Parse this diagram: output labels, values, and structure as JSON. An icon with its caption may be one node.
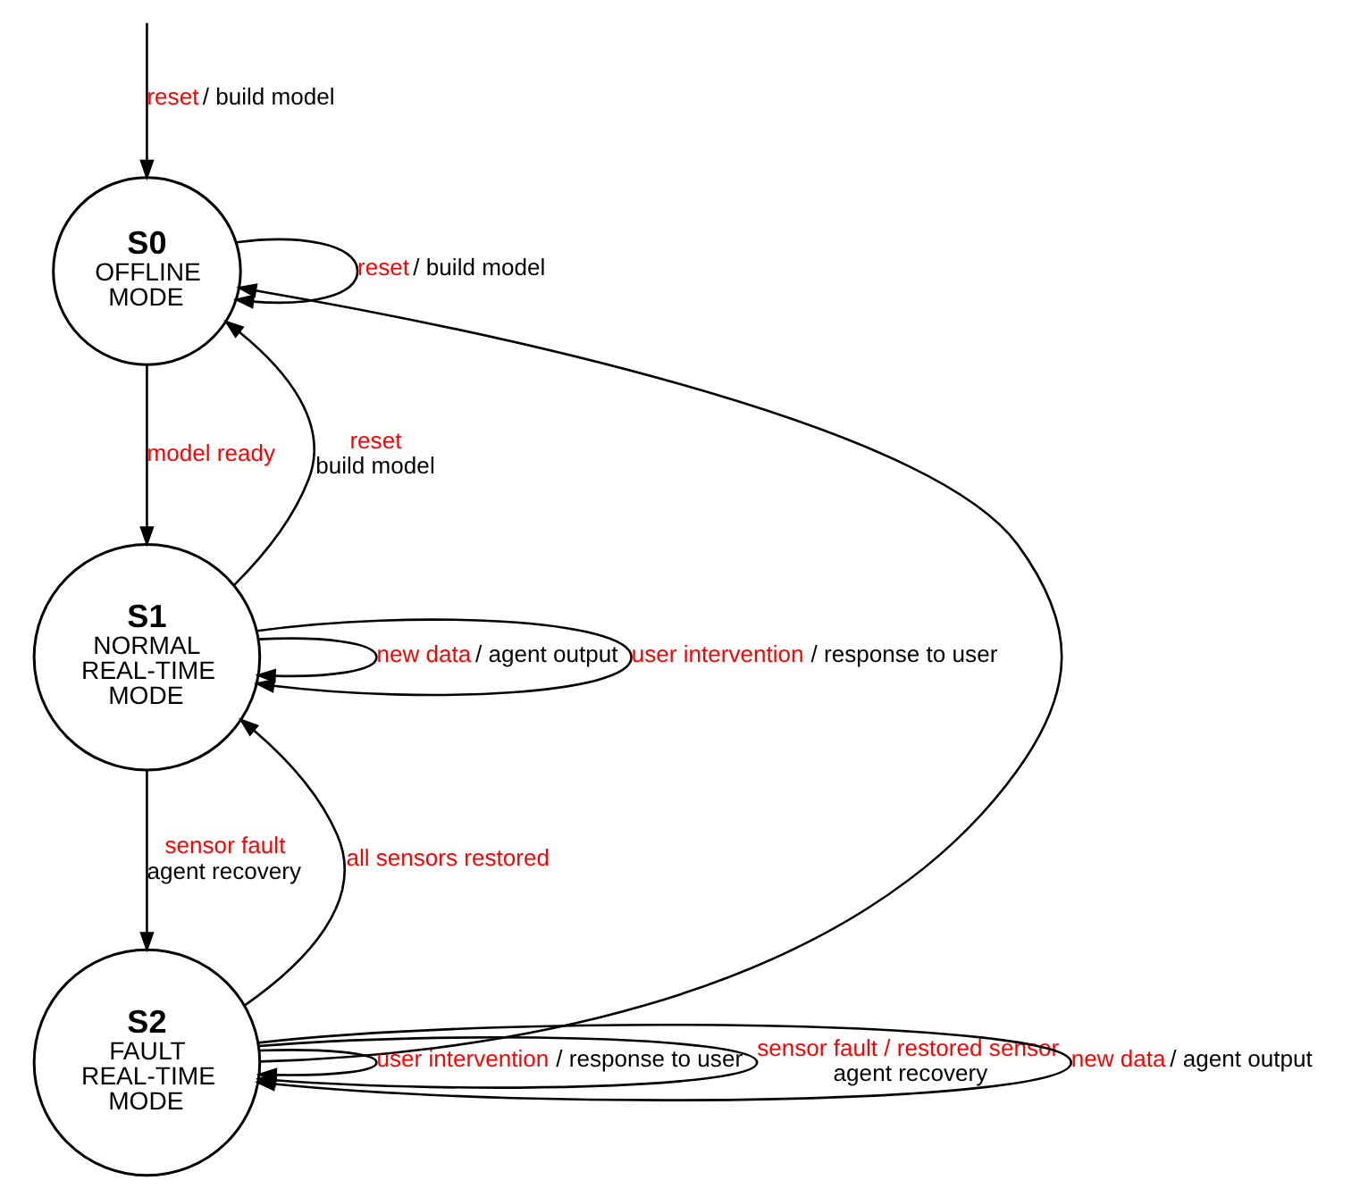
{
  "diagram": {
    "nodes": [
      {
        "text": [
          "S0",
          "OFFLINE MODE"
        ]
      },
      {
        "text": [
          "S1",
          "NORMAL REAL-TIME MODE"
        ]
      },
      {
        "text": [
          "S2",
          "FAULT REAL-TIME MODE"
        ]
      }
    ],
    "edges": [
      {
        "from": null,
        "to": 0,
        "arrow": "to",
        "label": "reset / build model"
      },
      {
        "from": 0,
        "to": 0,
        "arrow": "to",
        "label": "reset / build model"
      },
      {
        "from": 0,
        "to": 1,
        "arrow": "to",
        "label": "model ready"
      },
      {
        "from": 1,
        "to": 1,
        "arrow": "to",
        "label": "new data / agent output"
      },
      {
        "from": 1,
        "to": 1,
        "arrow": "to",
        "label": "user intervention / response to user"
      },
      {
        "from": 1,
        "to": 0,
        "arrow": "to",
        "label": "reset build model"
      },
      {
        "from": 1,
        "to": 2,
        "arrow": "to",
        "label": "sensor fault agent recovery"
      },
      {
        "from": 2,
        "to": 1,
        "arrow": "to",
        "label": "all sensors restored"
      },
      {
        "from": 2,
        "to": 2,
        "arrow": "to",
        "label": "user intervention / response to user"
      },
      {
        "from": 2,
        "to": 0,
        "arrow": "to"
      },
      {
        "from": 2,
        "to": 2,
        "arrow": "to",
        "label": "sensor fault / restored sensor agent recovery"
      },
      {
        "from": 2,
        "to": 2,
        "arrow": "to",
        "label": "new data / agent output"
      }
    ]
  }
}
